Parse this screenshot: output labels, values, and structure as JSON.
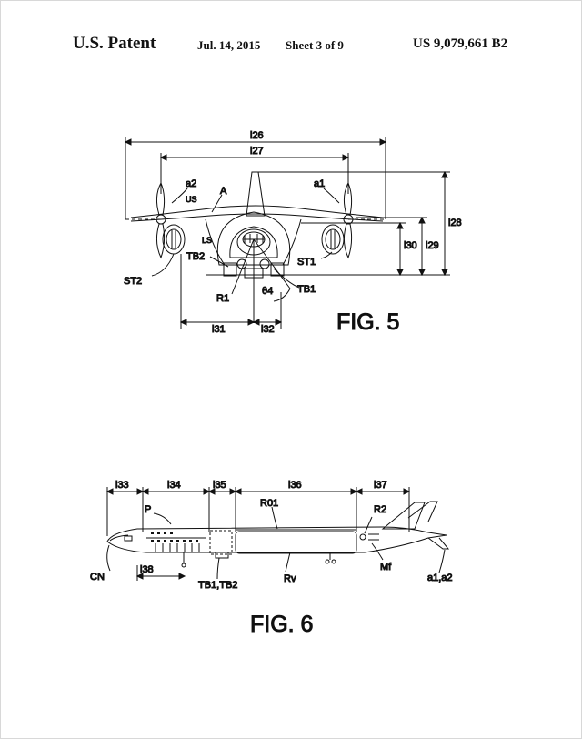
{
  "header": {
    "patent": "U.S. Patent",
    "date": "Jul. 14, 2015",
    "sheet": "Sheet 3 of 9",
    "number": "US 9,079,661 B2"
  },
  "fig5": {
    "caption": "FIG. 5",
    "labels": {
      "l26": "l26",
      "l27": "l27",
      "l28": "l28",
      "l29": "l29",
      "l30": "l30",
      "l31": "l31",
      "l32": "l32",
      "a1": "a1",
      "a2": "a2",
      "A": "A",
      "US": "US",
      "LS": "LS",
      "TB2": "TB2",
      "TB1": "TB1",
      "ST1": "ST1",
      "ST2": "ST2",
      "R1": "R1",
      "theta4": "θ4"
    }
  },
  "fig6": {
    "caption": "FIG. 6",
    "labels": {
      "l33": "l33",
      "l34": "l34",
      "l35": "l35",
      "l36": "l36",
      "l37": "l37",
      "l38": "l38",
      "P": "P",
      "R01": "R01",
      "R2": "R2",
      "CN": "CN",
      "TB": "TB1,TB2",
      "Rv": "Rv",
      "Mf": "Mf",
      "a1a2": "a1,a2"
    }
  }
}
